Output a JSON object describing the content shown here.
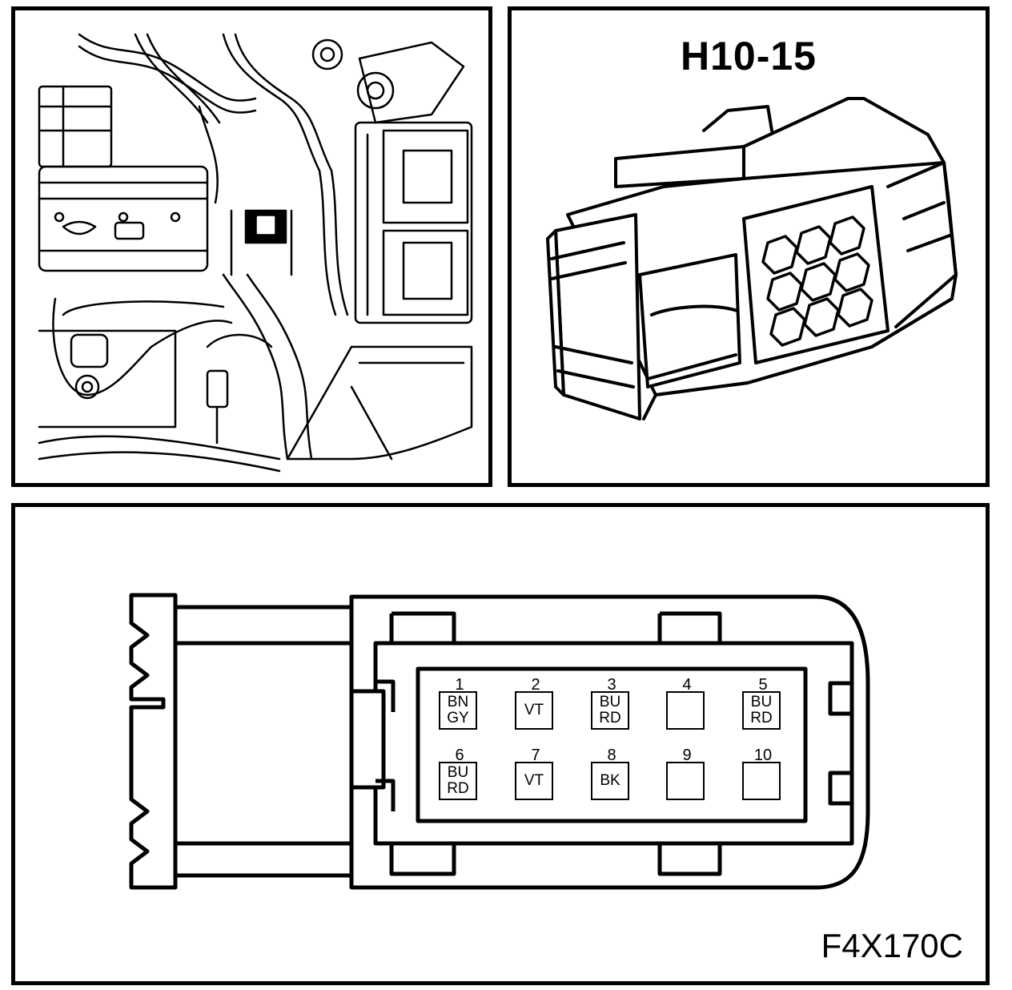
{
  "connector": {
    "id": "H10-15"
  },
  "figure": {
    "code": "F4X170C"
  },
  "pins": [
    {
      "number": "1",
      "codes": [
        "BN",
        "GY"
      ]
    },
    {
      "number": "2",
      "codes": [
        "VT"
      ]
    },
    {
      "number": "3",
      "codes": [
        "BU",
        "RD"
      ]
    },
    {
      "number": "4",
      "codes": []
    },
    {
      "number": "5",
      "codes": [
        "BU",
        "RD"
      ]
    },
    {
      "number": "6",
      "codes": [
        "BU",
        "RD"
      ]
    },
    {
      "number": "7",
      "codes": [
        "VT"
      ]
    },
    {
      "number": "8",
      "codes": [
        "BK"
      ]
    },
    {
      "number": "9",
      "codes": []
    },
    {
      "number": "10",
      "codes": []
    }
  ]
}
